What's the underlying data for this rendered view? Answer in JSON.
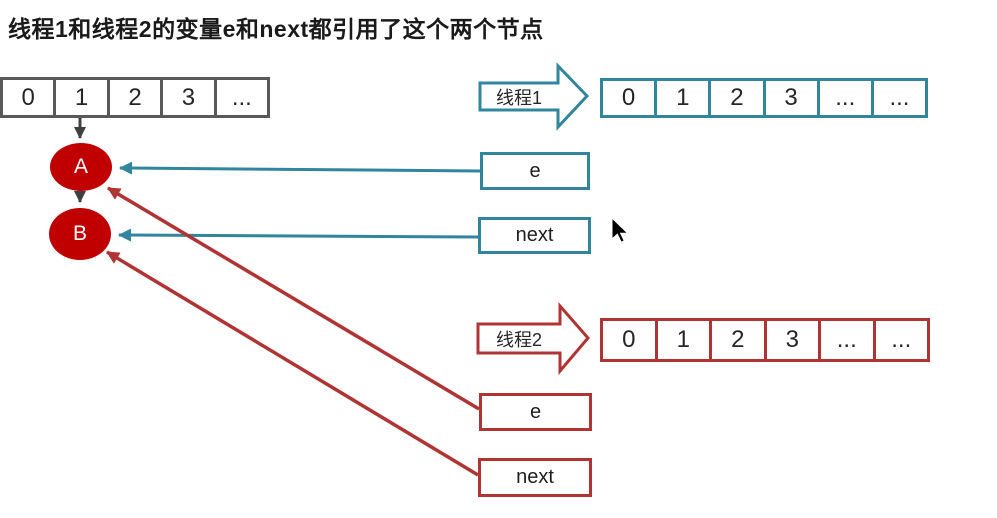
{
  "title": "线程1和线程2的变量e和next都引用了这个两个节点",
  "colors": {
    "teal": "#31859C",
    "brick_red": "#B03434",
    "node_red": "#C00000",
    "array_gray": "#595959",
    "arrow_gray": "#404040",
    "text": "#1A1A1A"
  },
  "top_array": {
    "cells": [
      "0",
      "1",
      "2",
      "3",
      "..."
    ]
  },
  "nodes": {
    "a": "A",
    "b": "B"
  },
  "thread1": {
    "label": "线程1",
    "array": [
      "0",
      "1",
      "2",
      "3",
      "...",
      "..."
    ],
    "vars": {
      "e": "e",
      "next": "next"
    }
  },
  "thread2": {
    "label": "线程2",
    "array": [
      "0",
      "1",
      "2",
      "3",
      "...",
      "..."
    ],
    "vars": {
      "e": "e",
      "next": "next"
    }
  },
  "cursor": "arrow-pointer"
}
